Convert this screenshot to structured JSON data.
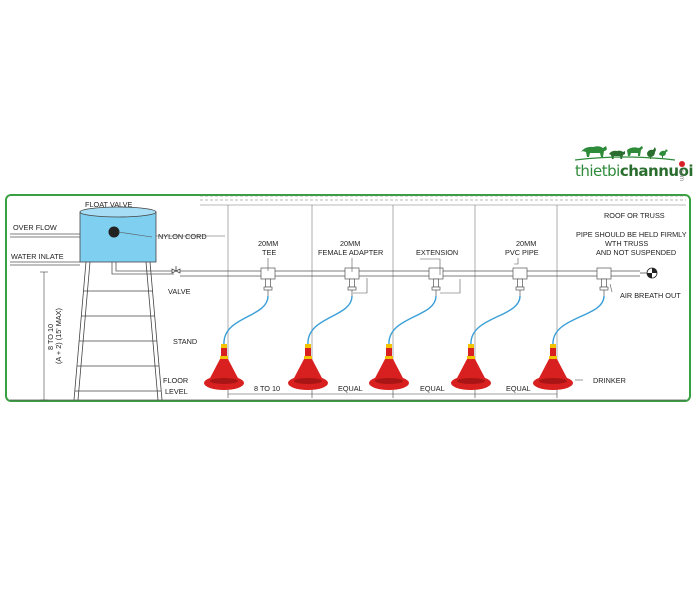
{
  "logo": {
    "part1": "thietbi",
    "part2": "channuoi",
    "domain": ".com"
  },
  "labels": {
    "float_valve": "FLOAT VALVE",
    "over_flow": "OVER FLOW",
    "water_inlate": "WATER INLATE",
    "nylon_cord": "NYLON CORD",
    "valve": "VALVE",
    "height_1": "8 TO 10",
    "height_2": "(A + 2) (15' MAX)",
    "stand": "STAND",
    "floor_1": "FLOOR",
    "floor_2": "LEVEL",
    "tee_1": "20MM",
    "tee_2": "TEE",
    "adapter_1": "20MM",
    "adapter_2": "FEMALE ADAPTER",
    "extension": "EXTENSION",
    "pvc_1": "20MM",
    "pvc_2": "PVC PIPE",
    "roof": "ROOF OR TRUSS",
    "note_1": "PIPE SHOULD BE HELD FIRMLY",
    "note_2": "WTH TRUSS",
    "note_3": "AND NOT SUSPENDED",
    "air": "AIR BREATH OUT",
    "drinker": "DRINKER",
    "dim_first": "8 TO 10",
    "dim_equal_1": "EQUAL",
    "dim_equal_2": "EQUAL",
    "dim_equal_3": "EQUAL"
  },
  "colors": {
    "frame": "#3aa142",
    "tank": "#7fcff0",
    "drinker": "#d7201f",
    "hose": "#3a9fd8",
    "line": "#555555"
  }
}
